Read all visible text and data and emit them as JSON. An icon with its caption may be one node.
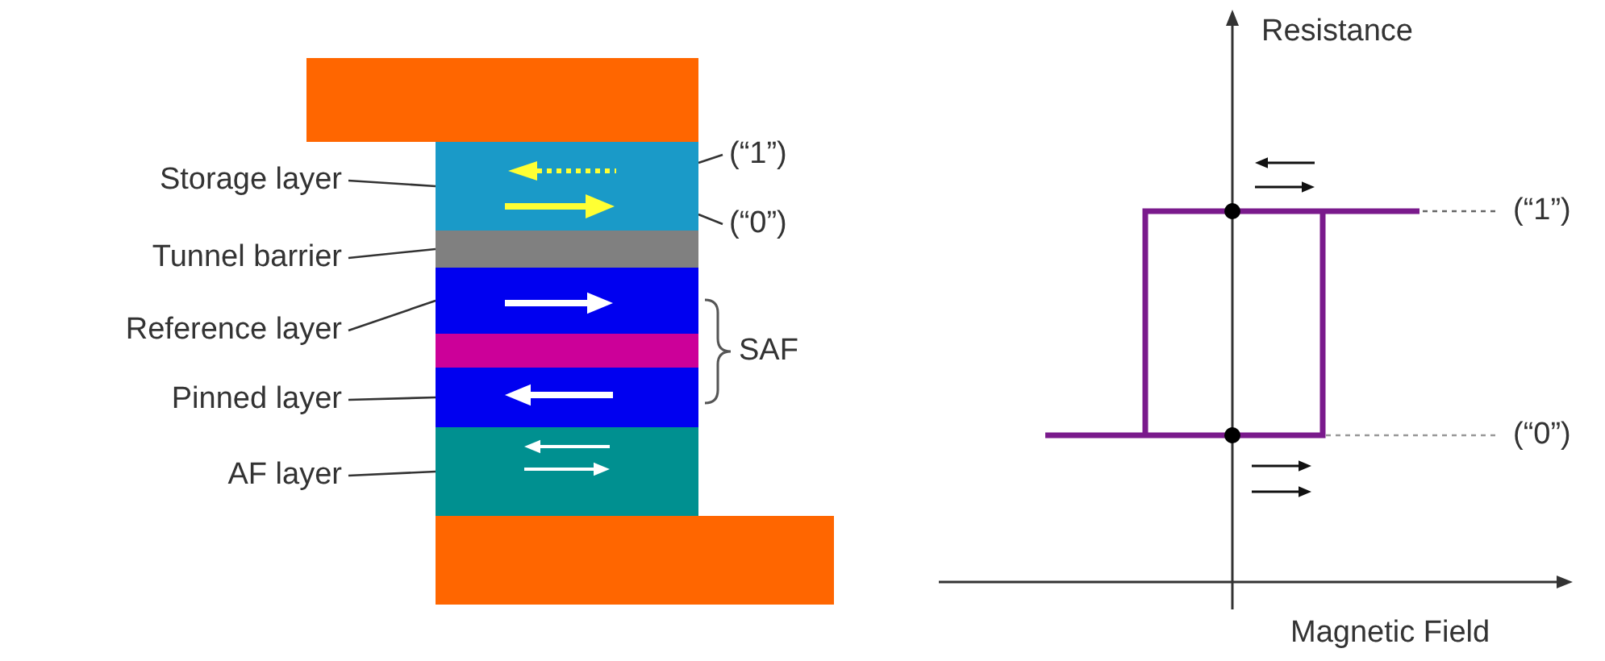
{
  "diagram": {
    "nodes": [
      {
        "text": [],
        "shape": "bar"
      },
      {
        "text": [],
        "shape": "bar"
      },
      {
        "text": [],
        "shape": "bar"
      },
      {
        "text": [],
        "shape": "bar"
      },
      {
        "text": [],
        "shape": "bar"
      },
      {
        "text": [],
        "shape": "bar"
      },
      {
        "text": [],
        "shape": "bar"
      },
      {
        "text": [],
        "shape": "bar"
      },
      {
        "text": [
          "Storage layer"
        ]
      },
      {
        "text": [
          "Tunnel barrier"
        ]
      },
      {
        "text": [
          "Reference layer"
        ]
      },
      {
        "text": [
          "Pinned layer"
        ]
      },
      {
        "text": [
          "AF layer"
        ]
      },
      {
        "text": [
          "(“1”)"
        ]
      },
      {
        "text": [
          "(“0”)"
        ]
      }
    ],
    "edges": [
      {
        "from": 8,
        "to": 1,
        "arrow": "none"
      },
      {
        "from": 9,
        "to": 2,
        "arrow": "none"
      },
      {
        "from": 10,
        "to": 3,
        "arrow": "none"
      },
      {
        "from": 11,
        "to": 5,
        "arrow": "none"
      },
      {
        "from": 12,
        "to": 6,
        "arrow": "none"
      },
      {
        "from": 13,
        "to": 1,
        "arrow": "none"
      },
      {
        "from": 14,
        "to": 1,
        "arrow": "none"
      }
    ],
    "labels": [
      "SAF",
      "Resistance",
      "(“1”)",
      "(“0”)",
      "Magnetic Field"
    ]
  }
}
